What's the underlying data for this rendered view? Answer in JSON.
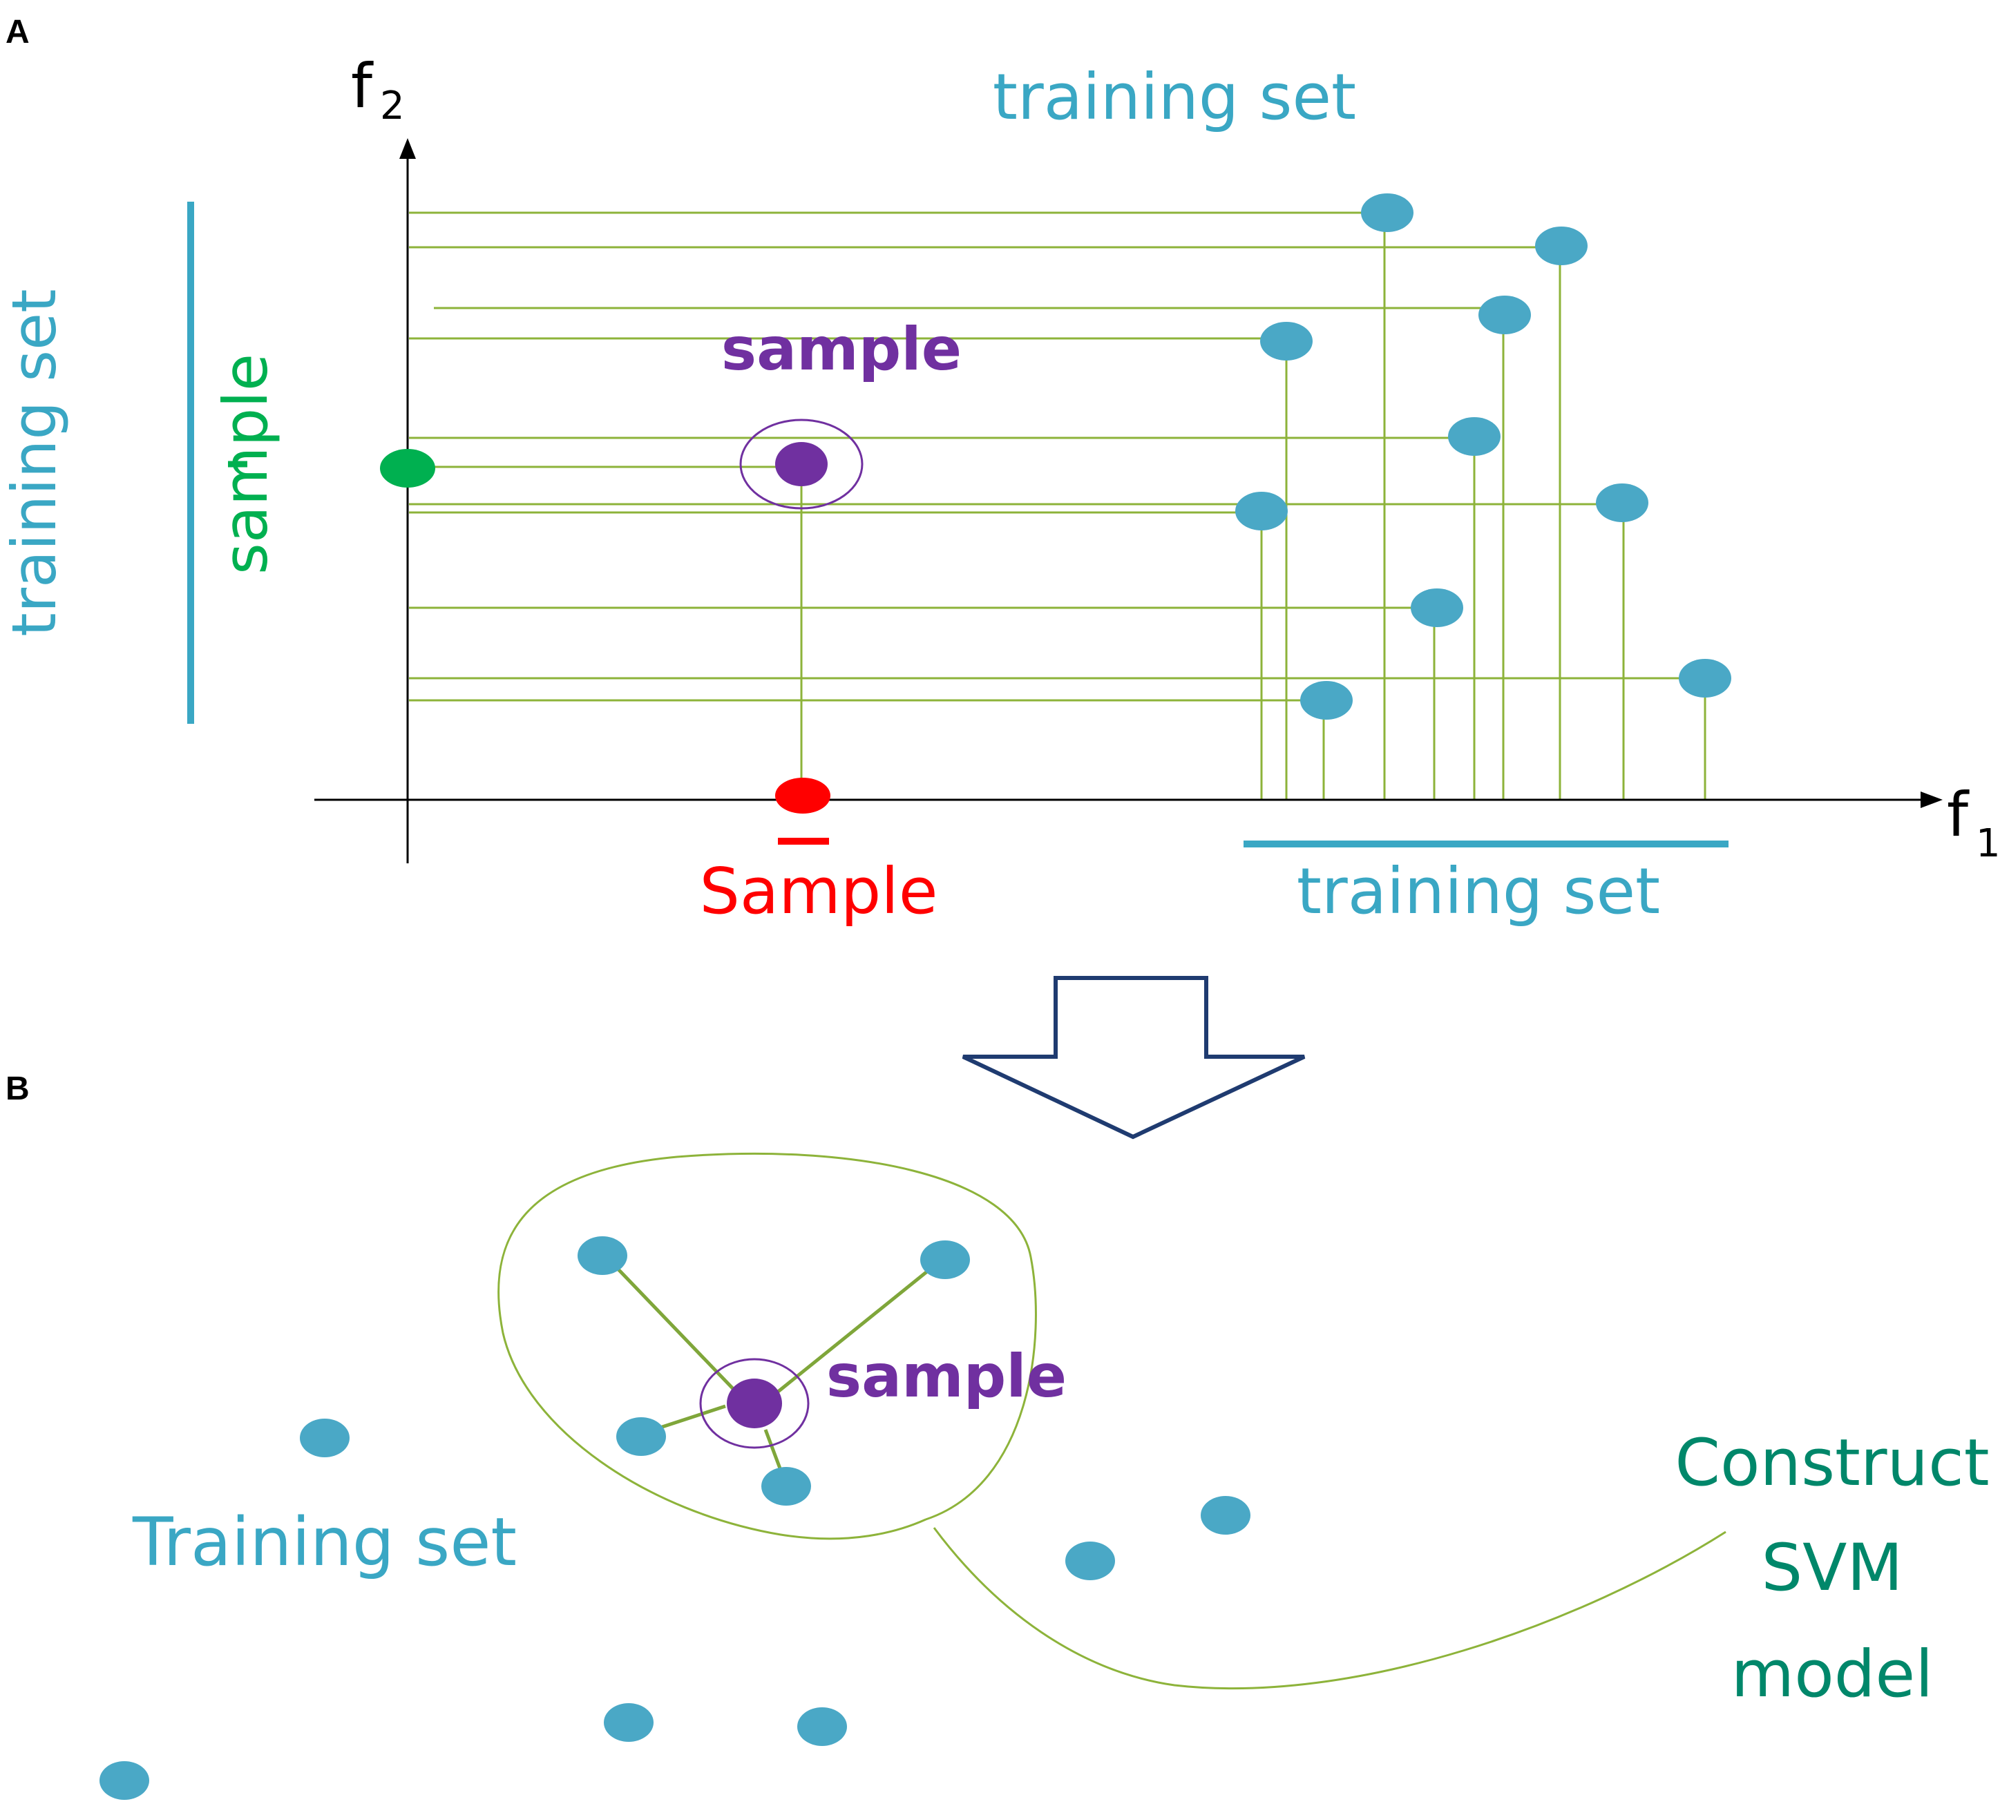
{
  "panel_a": {
    "letter": "A",
    "axis_x_label": "f",
    "axis_x_subscript": "1",
    "axis_y_label": "f",
    "axis_y_subscript": "2",
    "top_label": "training set",
    "left_label": "training set",
    "left_sample_label": "sample",
    "sample_label": "sample",
    "x_sample_label": "Sample",
    "x_training_label": "training set"
  },
  "panel_b": {
    "letter": "B",
    "sample_label": "sample",
    "training_label": "Training set",
    "construct_lines": [
      "Construct",
      "SVM",
      "model"
    ]
  },
  "colors": {
    "training_point": "#4aa8c6",
    "training_text": "#3aa7c4",
    "sample_point": "#7030a0",
    "projection_line": "#8db33a",
    "x_projection": "#ff0000",
    "y_projection": "#00b050",
    "construct_text": "#00876a",
    "arrow": "#1f3b70"
  }
}
